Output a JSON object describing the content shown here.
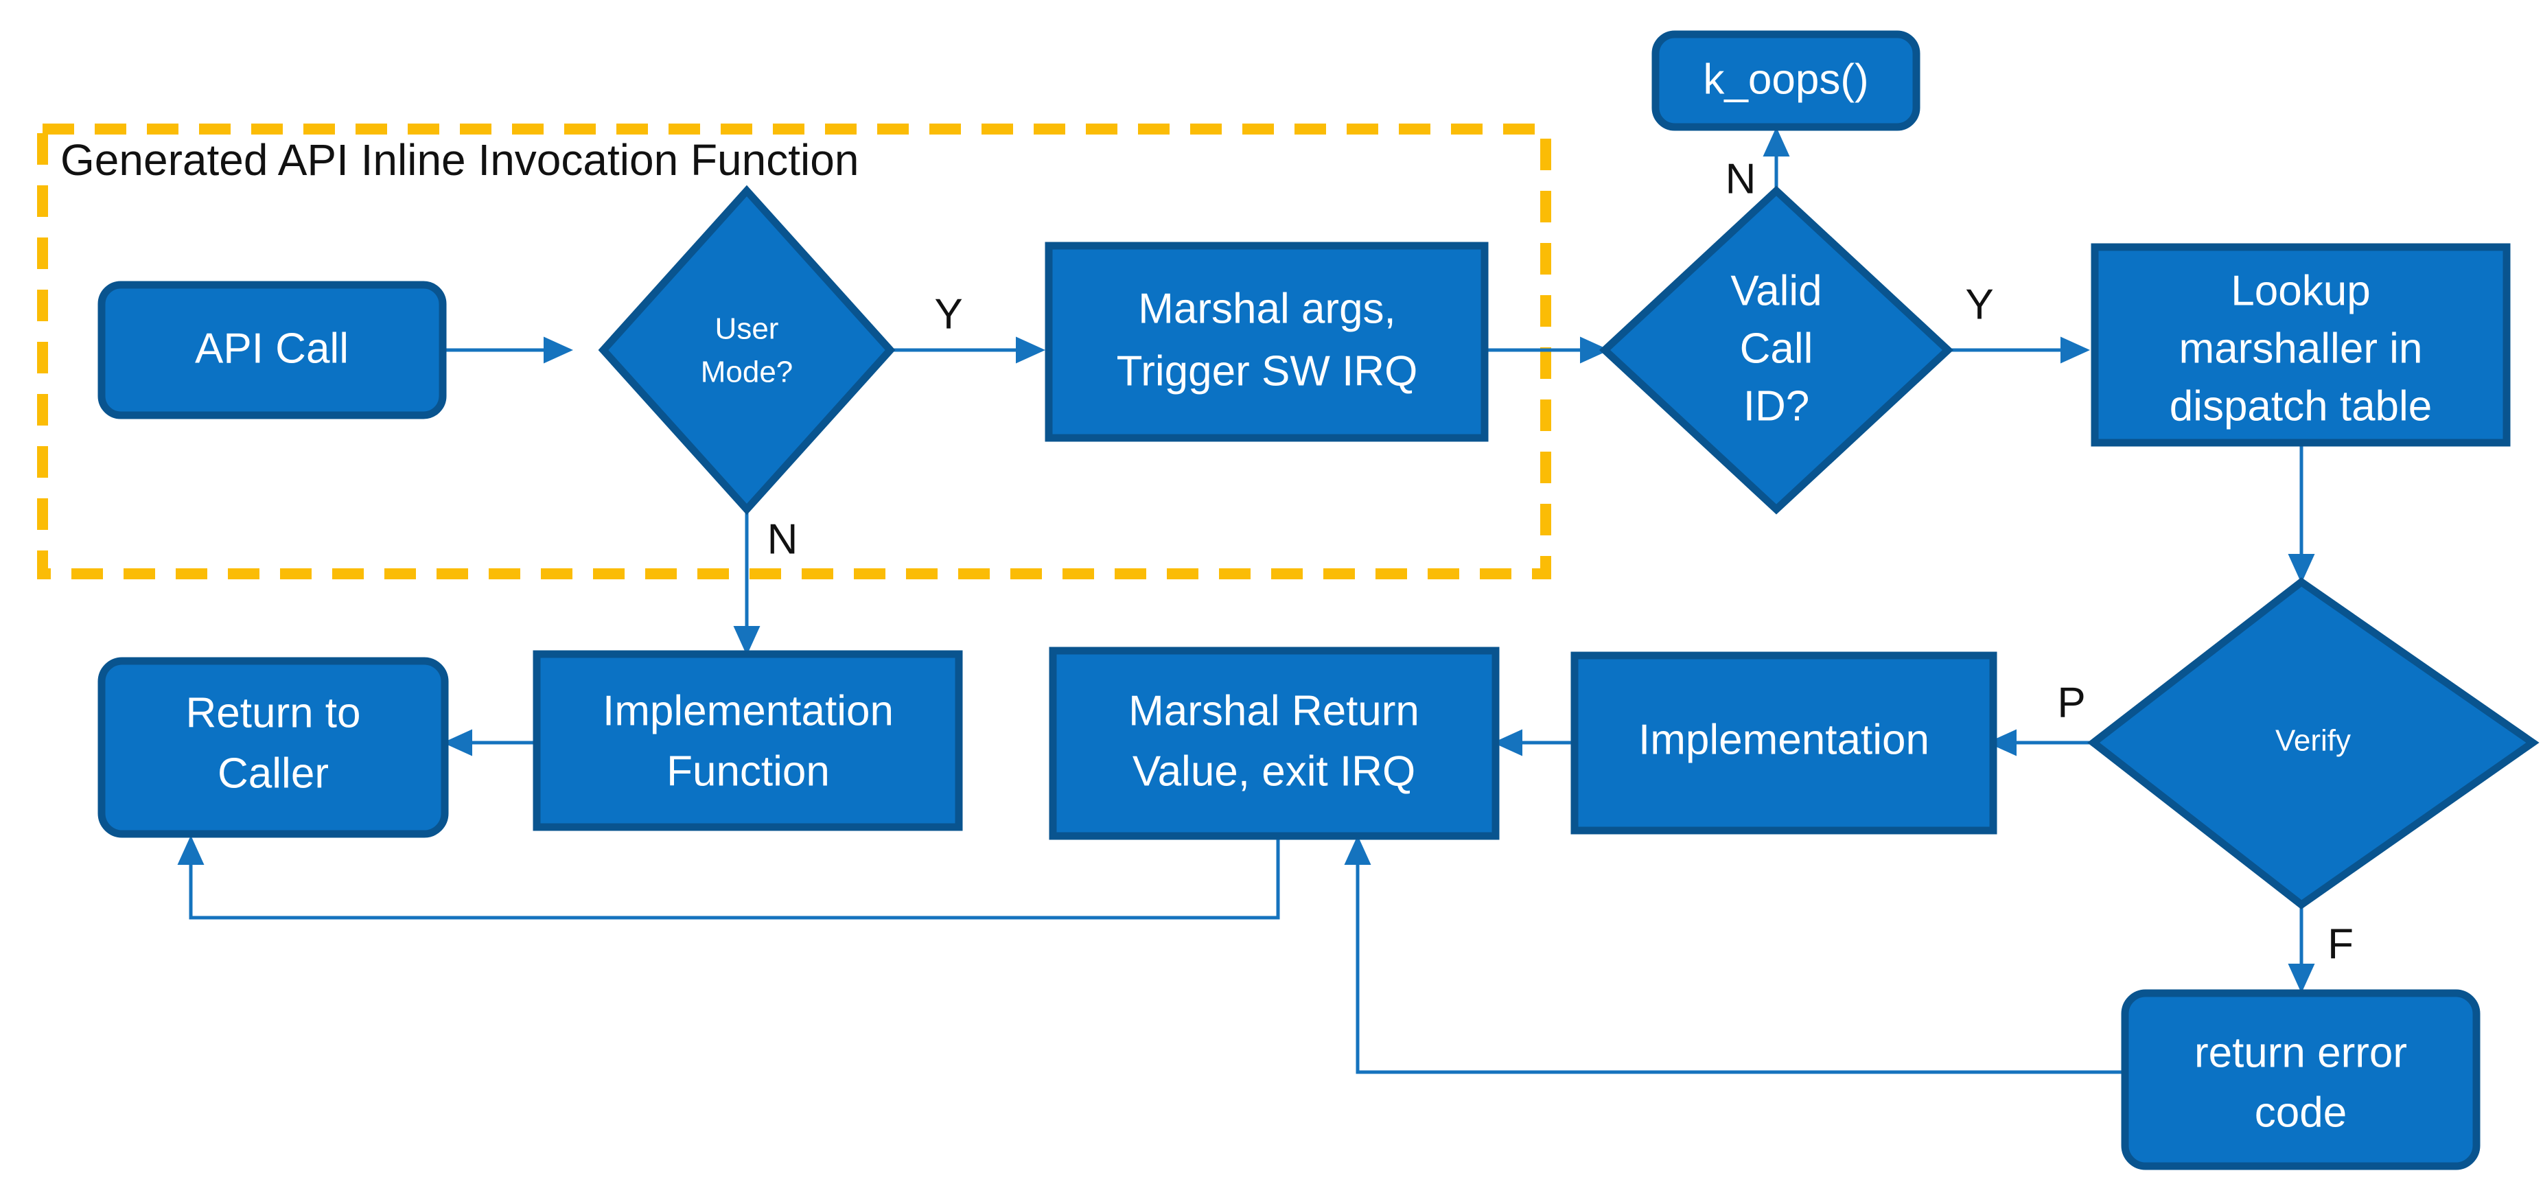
{
  "diagram": {
    "title": "Generated API Inline Invocation Function",
    "colors": {
      "node_fill": "#0B72C4",
      "node_border": "#09548F",
      "node_text": "#FFFFFF",
      "edge": "#1573BE",
      "group_border": "#FBBC06",
      "background": "#FFFFFF",
      "label_text": "#111111"
    },
    "group": {
      "label": "Generated API Inline Invocation Function"
    },
    "nodes": {
      "api_call": {
        "label": "API Call",
        "shape": "rounded-rect"
      },
      "user_mode": {
        "label_line1": "User",
        "label_line2": "Mode?",
        "shape": "diamond"
      },
      "marshal_args": {
        "label_line1": "Marshal args,",
        "label_line2": "Trigger SW IRQ",
        "shape": "rect"
      },
      "k_oops": {
        "label": "k_oops()",
        "shape": "rounded-rect"
      },
      "valid_call_id": {
        "label_line1": "Valid",
        "label_line2": "Call",
        "label_line3": "ID?",
        "shape": "diamond"
      },
      "lookup_marshaller": {
        "label_line1": "Lookup",
        "label_line2": "marshaller in",
        "label_line3": "dispatch table",
        "shape": "rect"
      },
      "verify": {
        "label": "Verify",
        "shape": "diamond"
      },
      "return_error_code": {
        "label_line1": "return error",
        "label_line2": "code",
        "shape": "rounded-rect"
      },
      "implementation": {
        "label": "Implementation",
        "shape": "rect"
      },
      "marshal_return": {
        "label_line1": "Marshal Return",
        "label_line2": "Value, exit IRQ",
        "shape": "rect"
      },
      "implementation_function": {
        "label_line1": "Implementation",
        "label_line2": "Function",
        "shape": "rect"
      },
      "return_to_caller": {
        "label_line1": "Return to",
        "label_line2": "Caller",
        "shape": "rounded-rect"
      }
    },
    "edge_labels": {
      "user_mode_yes": "Y",
      "user_mode_no": "N",
      "valid_call_id_no": "N",
      "valid_call_id_yes": "Y",
      "verify_pass": "P",
      "verify_fail": "F"
    }
  }
}
